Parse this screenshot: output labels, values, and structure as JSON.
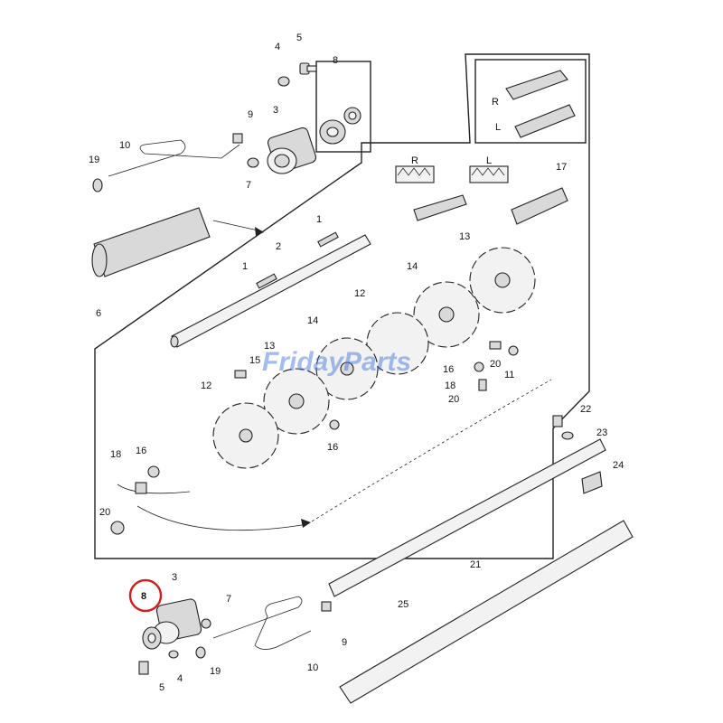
{
  "watermark": "FridayParts",
  "accent_color": "#cc1f1f",
  "highlighted_callout": "8",
  "callouts": {
    "c5_top": "5",
    "c4_top": "4",
    "c8_top": "8",
    "c3_top": "3",
    "c9_top": "9",
    "c10_top": "10",
    "c19_top": "19",
    "c7_top": "7",
    "c17": "17",
    "c_R_box": "R",
    "c_L_box": "L",
    "c_R_knife": "R",
    "c_L_knife": "L",
    "c1_a": "1",
    "c1_b": "1",
    "c2": "2",
    "c6": "6",
    "c13_a": "13",
    "c13_b": "13",
    "c14_a": "14",
    "c14_b": "14",
    "c12_a": "12",
    "c12_b": "12",
    "c15": "15",
    "c16_a": "16",
    "c16_b": "16",
    "c16_c": "16",
    "c18_a": "18",
    "c18_b": "18",
    "c20_a": "20",
    "c20_b": "20",
    "c20_c": "20",
    "c11": "11",
    "c22": "22",
    "c23": "23",
    "c24": "24",
    "c21": "21",
    "c25": "25",
    "c8_bot": "8",
    "c3_bot": "3",
    "c7_bot": "7",
    "c4_bot": "4",
    "c5_bot": "5",
    "c19_bot": "19",
    "c9_bot": "9",
    "c10_bot": "10"
  }
}
